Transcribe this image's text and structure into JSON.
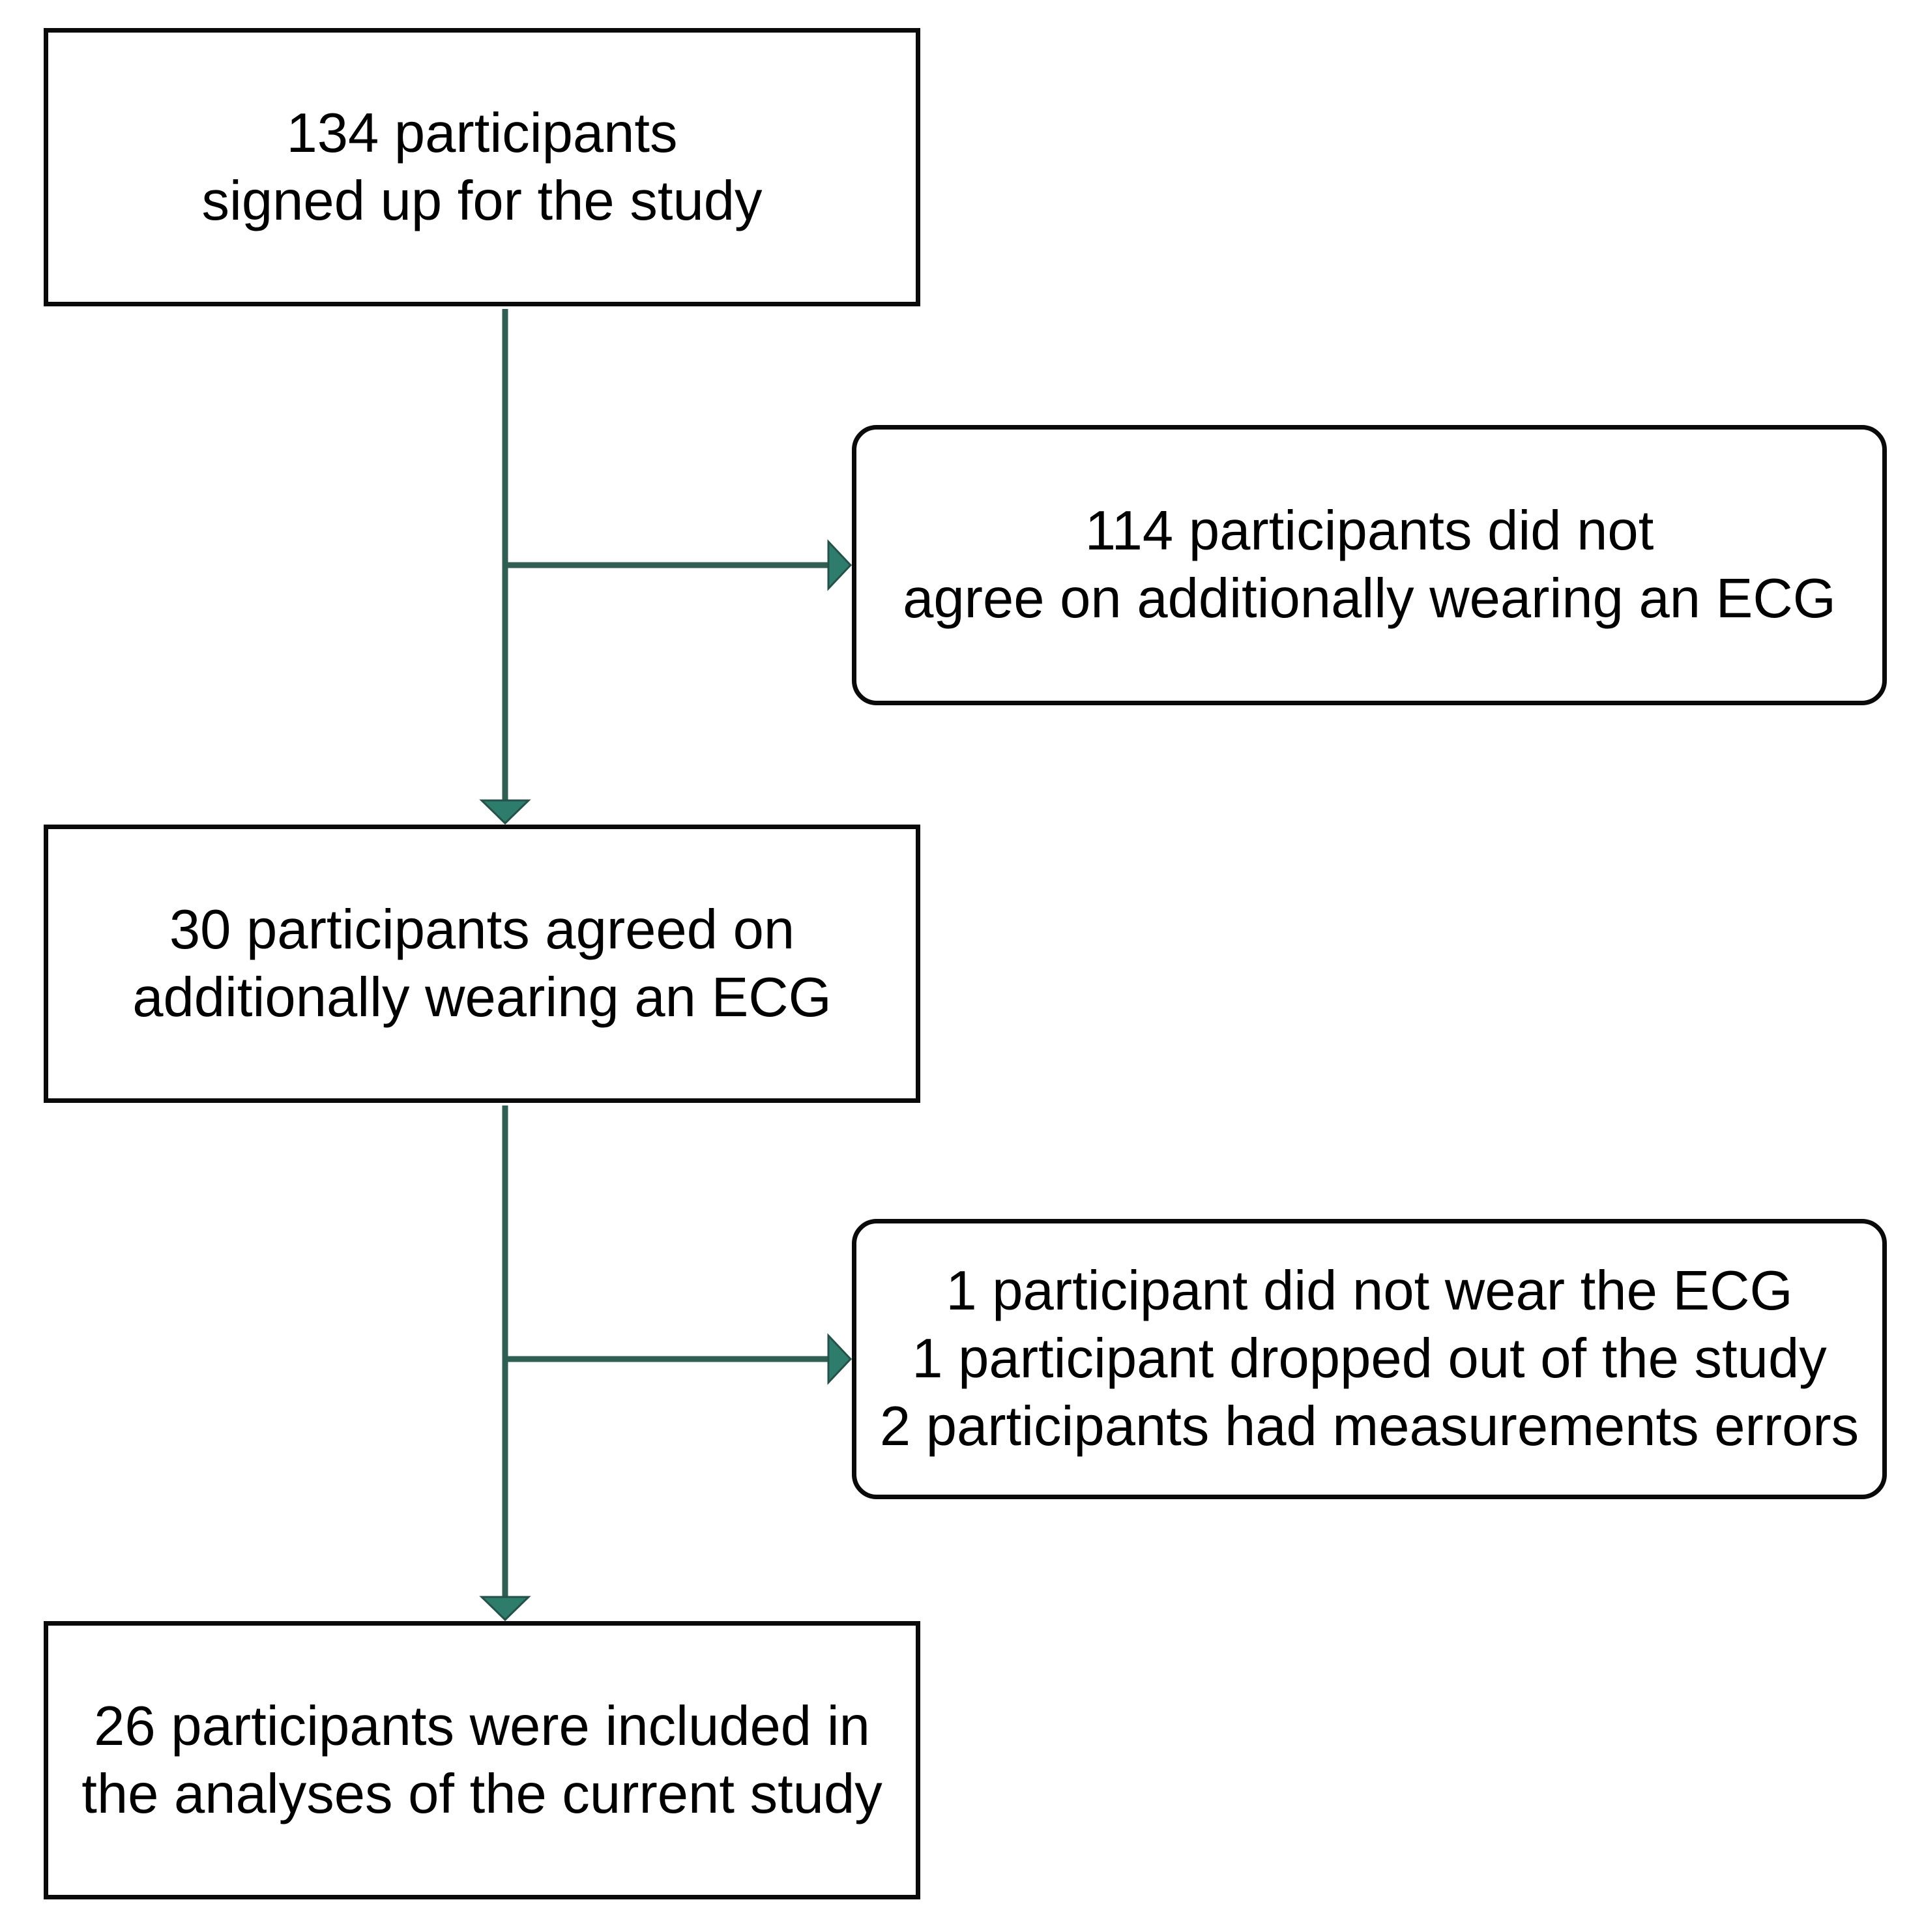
{
  "diagram": {
    "type": "flowchart",
    "title": "participant flow diagram",
    "colors": {
      "background": "#ffffff",
      "box_border": "#0a0a0a",
      "text": "#000000",
      "arrow_line": "#2F5F52",
      "arrow_fill": "#2E7D6C",
      "arrow_outline": "#24524A"
    },
    "nodes": [
      {
        "id": "signup",
        "shape": "rect",
        "lines": [
          "134 participants",
          "signed up for the study"
        ]
      },
      {
        "id": "declined",
        "shape": "rounded",
        "lines": [
          "114 participants did not",
          "agree on additionally wearing an ECG"
        ]
      },
      {
        "id": "agreed",
        "shape": "rect",
        "lines": [
          "30 participants agreed on",
          "additionally wearing an ECG"
        ]
      },
      {
        "id": "excluded",
        "shape": "rounded",
        "lines": [
          "1 participant did not wear the ECG",
          "1 participant dropped out of the study",
          "2 participants had measurements errors"
        ]
      },
      {
        "id": "included",
        "shape": "rect",
        "lines": [
          "26 participants were included in",
          "the analyses of the current study"
        ]
      }
    ],
    "edges": [
      {
        "from": "signup",
        "to": "agreed",
        "direction": "down"
      },
      {
        "from": "signup",
        "to": "declined",
        "direction": "right"
      },
      {
        "from": "agreed",
        "to": "included",
        "direction": "down"
      },
      {
        "from": "agreed",
        "to": "excluded",
        "direction": "right"
      }
    ]
  }
}
